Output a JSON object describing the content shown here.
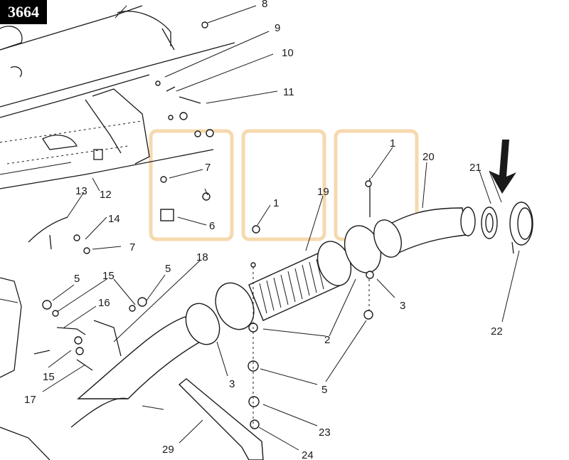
{
  "badge": "3664",
  "callouts": {
    "c1a": "1",
    "c1b": "1",
    "c2": "2",
    "c3a": "3",
    "c3b": "3",
    "c5a": "5",
    "c5b": "5",
    "c5c": "5",
    "c6": "6",
    "c7a": "7",
    "c7b": "7",
    "c8": "8",
    "c9": "9",
    "c10": "10",
    "c11": "11",
    "c12": "12",
    "c13": "13",
    "c14": "14",
    "c15a": "15",
    "c15b": "15",
    "c16": "16",
    "c17": "17",
    "c18": "18",
    "c19": "19",
    "c20": "20",
    "c21": "21",
    "c22": "22",
    "c23": "23",
    "c24": "24",
    "c29": "29"
  },
  "colors": {
    "ink": "#1a1a1a",
    "watermark": "#f3d2a0",
    "badge_bg": "#000000"
  }
}
